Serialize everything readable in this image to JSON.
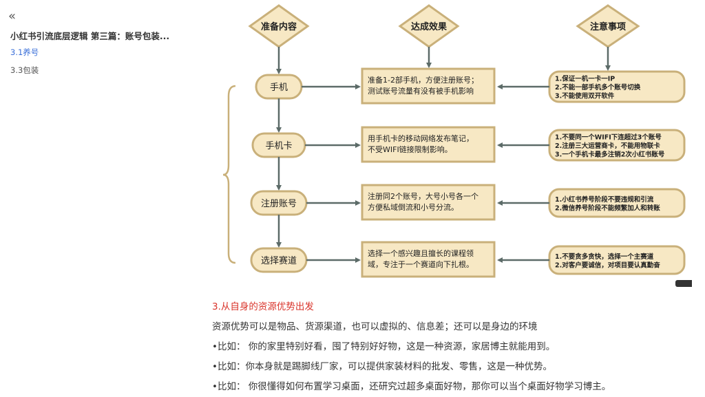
{
  "toc": {
    "collapse_icon": "«",
    "title": "小红书引流底层逻辑 第三篇：账号包装...",
    "items": [
      {
        "label": "3.1养号",
        "active": true
      },
      {
        "label": "3.3包装",
        "active": false
      }
    ]
  },
  "flowchart": {
    "headers": [
      "准备内容",
      "达成效果",
      "注意事项"
    ],
    "rows": [
      {
        "step": "手机",
        "effect": [
          "准备1-2部手机，方便注册账号；",
          "测试账号流量有没有被手机影响"
        ],
        "notes": [
          "1.保证一机一卡一IP",
          "2.不能一部手机多个账号切换",
          "3.不能使用双开软件"
        ]
      },
      {
        "step": "手机卡",
        "effect": [
          "用手机卡的移动网络发布笔记，",
          "不受WIFI链接限制影响。"
        ],
        "notes": [
          "1.不要同一个WIFI下连超过3个账号",
          "2.注册三大运营商卡，不能用物联卡",
          "3.一个手机卡最多注销2次小红书账号"
        ]
      },
      {
        "step": "注册账号",
        "effect": [
          "注册同2个账号，大号小号各一个",
          "方便私域倒流和小号分流。"
        ],
        "notes": [
          "1.小红书养号阶段不要违规和引流",
          "2.微信养号阶段不能频繁加人和转账"
        ]
      },
      {
        "step": "选择赛道",
        "effect": [
          "选择一个感兴趣且擅长的课程领",
          "域，专注于一个赛道向下扎根。"
        ],
        "notes": [
          "1.不要贪多贪快，选择一个主赛道",
          "2.对客户要诚信，对项目要认真勤奋"
        ]
      }
    ]
  },
  "article": {
    "heading": "3.从自身的资源优势出发",
    "intro": "资源优势可以是物品、货源渠道，也可以虚拟的、信息差；还可以是身边的环境",
    "bullets": [
      "•比如： 你的家里特别好看，囤了特别好好物，这是一种资源，家居博主就能用到。",
      "•比如：你本身就是踢脚线厂家，可以提供家装材料的批发、零售，这是一种优势。",
      "•比如： 你很懂得如何布置学习桌面，还研究过超多桌面好物，那你可以当个桌面好物学习博主。"
    ]
  },
  "colors": {
    "fill": "#f7e8c4",
    "stroke": "#c9b07a",
    "arrow": "#5c6b68",
    "accent": "#3a6fd8",
    "heading": "#d9342b"
  }
}
